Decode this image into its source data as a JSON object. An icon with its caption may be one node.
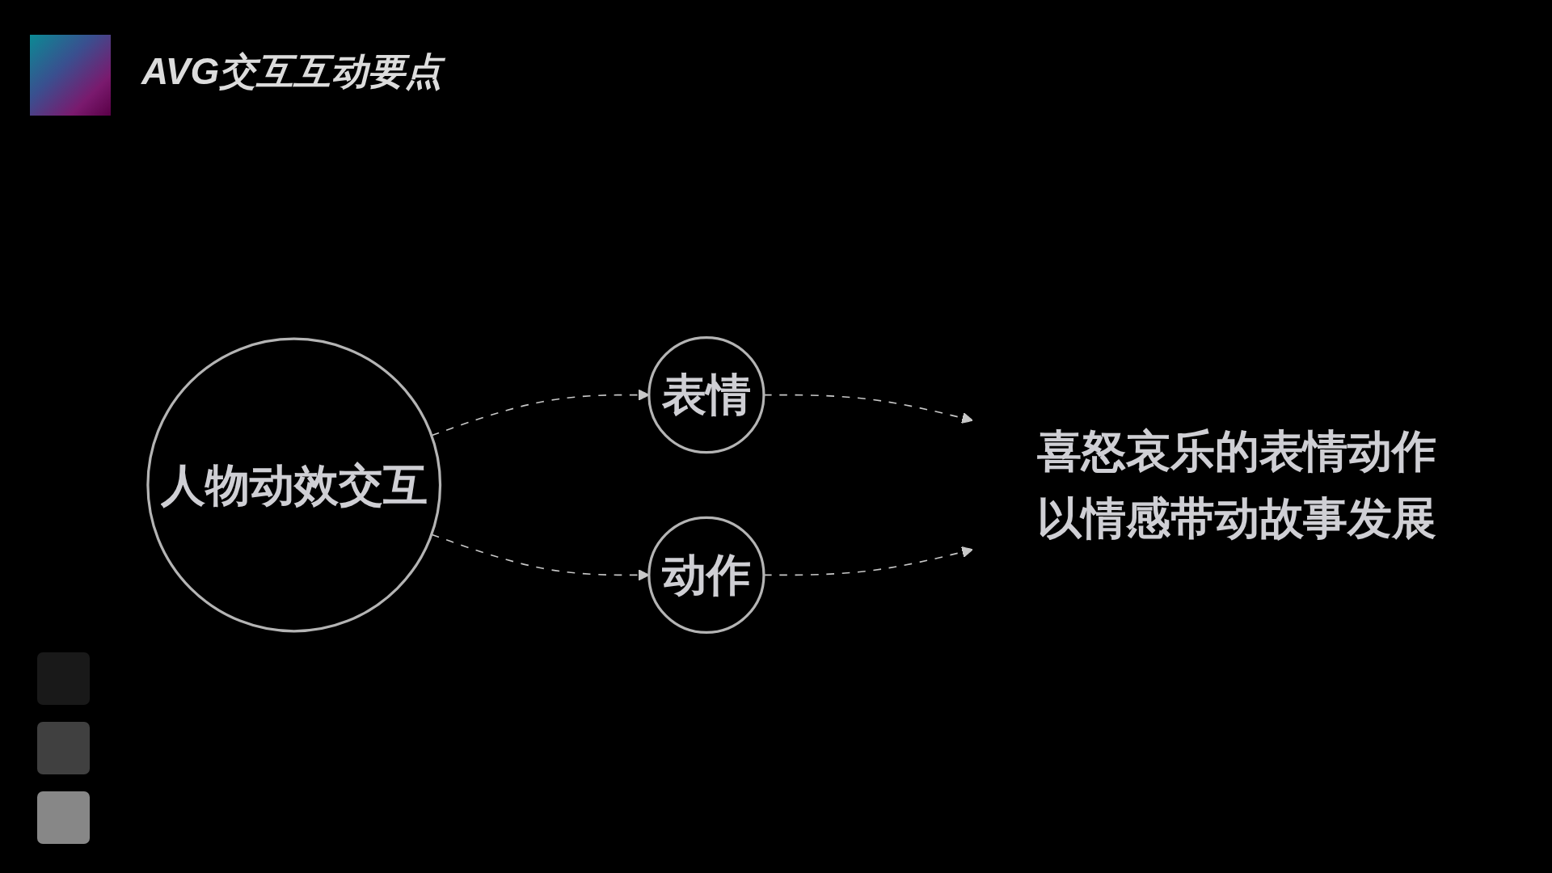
{
  "diagram": {
    "title": "AVG交互互动要点",
    "nodes": [
      {
        "text": [
          "人物动效交互"
        ]
      },
      {
        "text": [
          "表情"
        ]
      },
      {
        "text": [
          "动作"
        ]
      },
      {
        "text": [
          "喜怒哀乐的表情动作以情感带动故事发展"
        ]
      }
    ],
    "edges": [
      {
        "from": 0,
        "to": 1,
        "arrow": "to",
        "style": "dashed"
      },
      {
        "from": 0,
        "to": 2,
        "arrow": "to",
        "style": "dashed"
      },
      {
        "from": 1,
        "to": 3,
        "arrow": "to",
        "style": "dashed"
      },
      {
        "from": 2,
        "to": 3,
        "arrow": "to",
        "style": "dashed"
      }
    ]
  }
}
